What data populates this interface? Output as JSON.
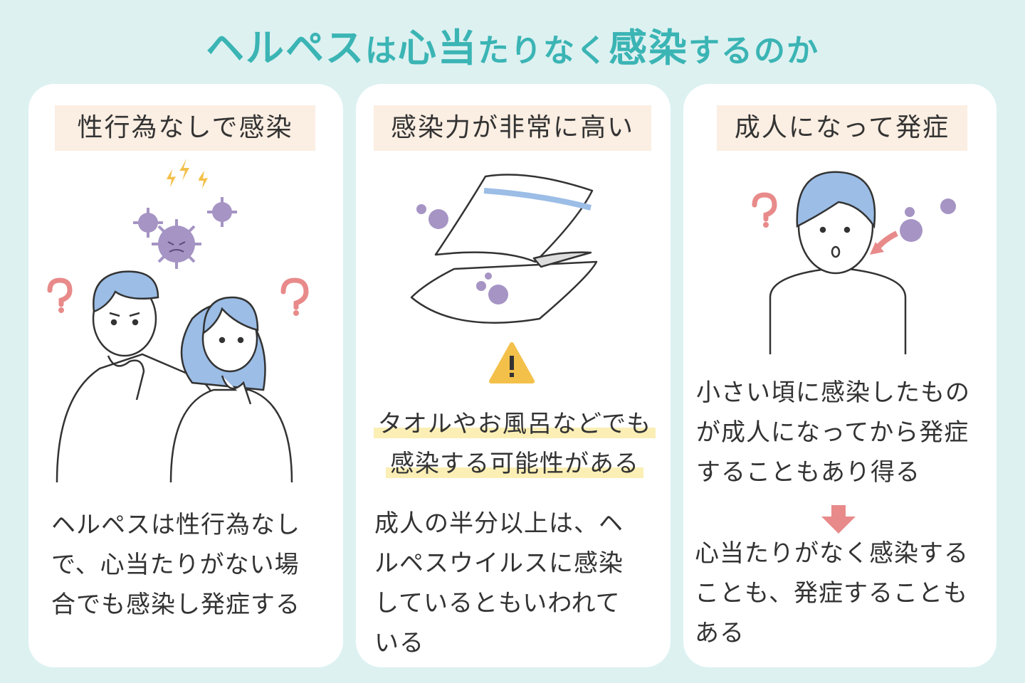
{
  "title": {
    "part1": "ヘルペス",
    "part2": "は",
    "part3": "心当",
    "part4": "たりなく",
    "part5": "感染",
    "part6": "するのか"
  },
  "cards": [
    {
      "label": "性行為なしで感染",
      "lines": [
        "ヘルペスは性行為なし",
        "で、心当たりがない場",
        "合でも感染し発症する"
      ]
    },
    {
      "label": "感染力が非常に高い",
      "warning_glyph": "!",
      "highlight": [
        "タオルやお風呂などでも",
        "感染する可能性がある"
      ],
      "lines": [
        "成人の半分以上は、ヘ",
        "ルペスウイルスに感染",
        "しているともいわれて",
        "いる"
      ]
    },
    {
      "label": "成人になって発症",
      "upper_lines": [
        "小さい頃に感染したもの",
        "が成人になってから発症",
        "することもあり得る"
      ],
      "lower_lines": [
        "心当たりがなく感染する",
        "ことも、発症することも",
        "ある"
      ]
    }
  ],
  "colors": {
    "background": "#ddf1f1",
    "title": "#3bb4b4",
    "label_bg": "#fbeee2",
    "virus": "#a594c4",
    "hair": "#9bbde6",
    "question": "#e88a8a",
    "warning": "#f3c04a",
    "highlight": "#fbefb6",
    "arrow": "#e88a8a"
  }
}
